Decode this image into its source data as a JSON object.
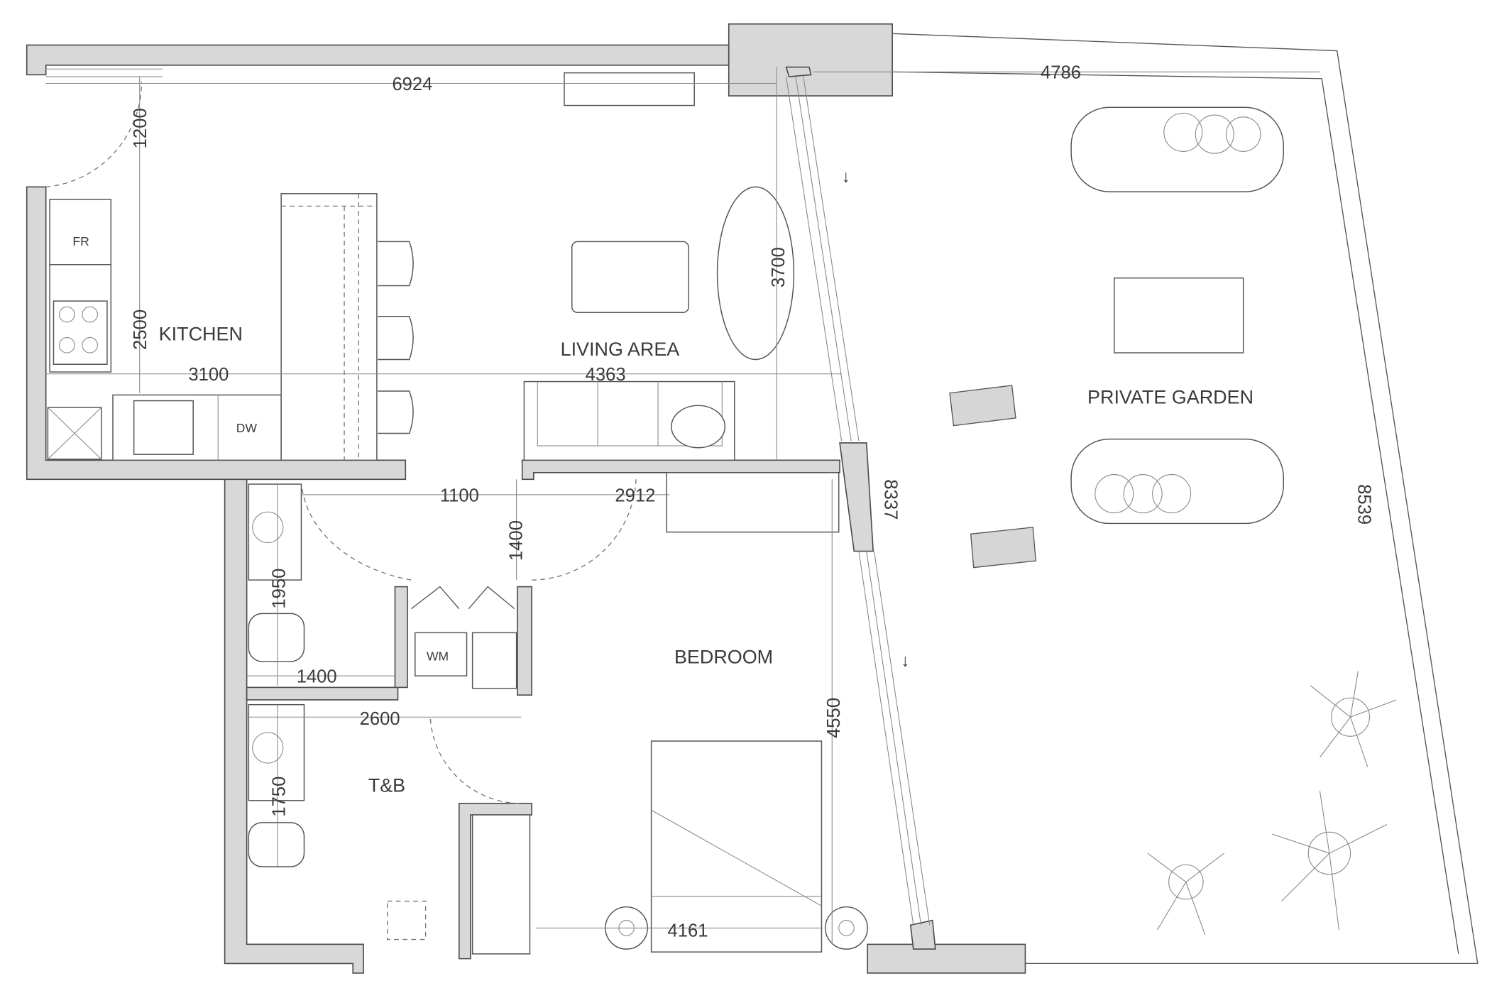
{
  "rooms": {
    "kitchen": "KITCHEN",
    "living": "LIVING AREA",
    "garden": "PRIVATE GARDEN",
    "bedroom": "BEDROOM",
    "tb": "T&B"
  },
  "appliances": {
    "fridge": "FR",
    "dishwasher": "DW",
    "washing_machine": "WM"
  },
  "dimensions": {
    "d6924": "6924",
    "d4786": "4786",
    "d1200": "1200",
    "d2500": "2500",
    "d3100": "3100",
    "d4363": "4363",
    "d3700": "3700",
    "d1100": "1100",
    "d2912": "2912",
    "d1400v": "1400",
    "d8337": "8337",
    "d8539": "8539",
    "d1950": "1950",
    "d1400h": "1400",
    "d2600": "2600",
    "d4550": "4550",
    "d1750": "1750",
    "d4161": "4161"
  }
}
